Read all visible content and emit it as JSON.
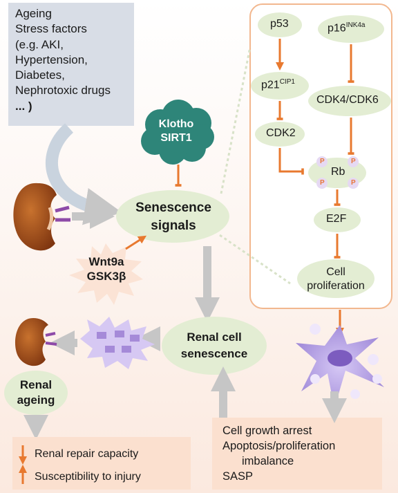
{
  "stress_box": {
    "lines": [
      "Ageing",
      "Stress factors",
      "(e.g. AKI,",
      "Hypertension,",
      "Diabetes,",
      "Nephrotoxic drugs",
      "... )"
    ]
  },
  "klotho": {
    "line1": "Klotho",
    "line2": "SIRT1"
  },
  "senescence_signals": {
    "line1": "Senescence",
    "line2": "signals"
  },
  "wnt": {
    "line1": "Wnt9a",
    "line2": "GSK3β"
  },
  "renal_cell_senescence": {
    "line1": "Renal cell",
    "line2": "senescence"
  },
  "renal_ageing": {
    "line1": "Renal",
    "line2": "ageing"
  },
  "pathway": {
    "p53": "p53",
    "p16": "p16",
    "p16_sup": "INK4a",
    "p21": "p21",
    "p21_sup": "CIP1",
    "cdk46": "CDK4/CDK6",
    "cdk2": "CDK2",
    "rb": "Rb",
    "phospho": "P",
    "e2f": "E2F",
    "cell_prolif_1": "Cell",
    "cell_prolif_2": "proliferation"
  },
  "outcomes": {
    "growth_arrest": "Cell growth arrest",
    "apoptosis_1": "Apoptosis/proliferation",
    "apoptosis_2": "imbalance",
    "sasp": "SASP"
  },
  "effects": {
    "repair": "Renal repair capacity",
    "susceptibility": "Susceptibility to injury"
  },
  "colors": {
    "node_fill": "#e3edd3",
    "orange": "#e8792f",
    "gray_arrow": "#c6c6c6",
    "klotho_fill": "#2e8579",
    "stress_fill": "#d8dde6",
    "panel_border": "#f2b78e",
    "cell_purple": "#a48cd8"
  }
}
